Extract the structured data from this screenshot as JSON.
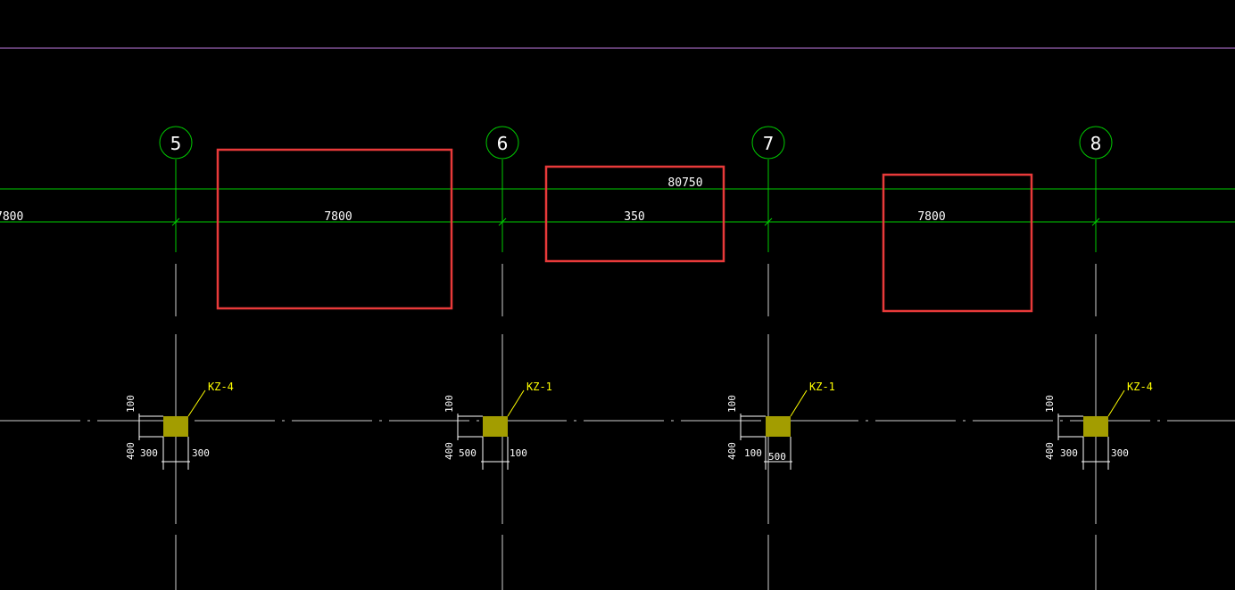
{
  "drawing": {
    "colors": {
      "background": "#000000",
      "top_line": "#c27be3",
      "axis": "#00cc00",
      "grid": "#cfcfcf",
      "highlight": "#e83a3a",
      "column_fill": "#a39d00",
      "column_tag": "#ffff00",
      "dim_line": "#ffffff"
    },
    "axes": [
      {
        "label": "5"
      },
      {
        "label": "6"
      },
      {
        "label": "7"
      },
      {
        "label": "8"
      }
    ],
    "span_labels": [
      "7800",
      "7800",
      "350",
      "7800"
    ],
    "extra_label": "80750",
    "columns": [
      {
        "tag": "KZ-4",
        "dim_top": "100",
        "dim_side": "400",
        "dim_left": "300",
        "dim_right": "300"
      },
      {
        "tag": "KZ-1",
        "dim_top": "100",
        "dim_side": "400",
        "dim_left": "500",
        "dim_right": "100"
      },
      {
        "tag": "KZ-1",
        "dim_top": "100",
        "dim_side": "400",
        "dim_left": "100",
        "dim_right": "500"
      },
      {
        "tag": "KZ-4",
        "dim_top": "100",
        "dim_side": "400",
        "dim_left": "300",
        "dim_right": "300"
      }
    ]
  }
}
